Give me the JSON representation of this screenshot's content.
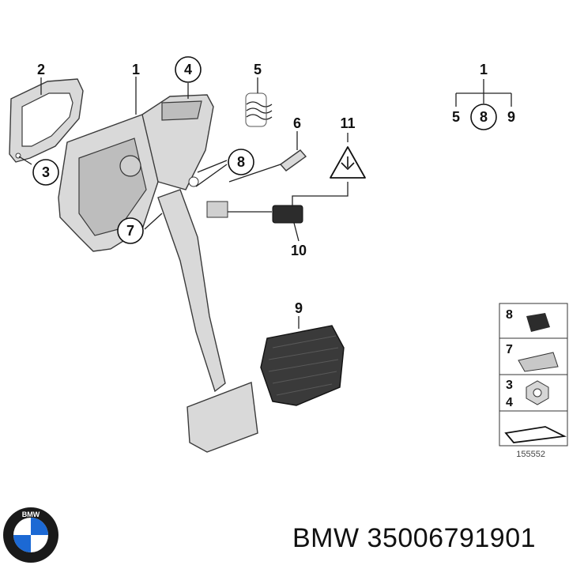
{
  "callouts": {
    "c1": "1",
    "c2": "2",
    "c3": "3",
    "c4": "4",
    "c5": "5",
    "c6": "6",
    "c7": "7",
    "c8": "8",
    "c9": "9",
    "c10": "10",
    "c11": "11"
  },
  "key": {
    "top": "1",
    "left": "5",
    "center": "8",
    "right": "9"
  },
  "legend": {
    "r1": "8",
    "r2": "7",
    "r3a": "3",
    "r3b": "4"
  },
  "reference": "155552",
  "caption": "BMW 35006791901",
  "logo": {
    "brand": "BMW",
    "colors": {
      "blue": "#1c69d4",
      "ring": "#111111",
      "white": "#ffffff"
    }
  }
}
